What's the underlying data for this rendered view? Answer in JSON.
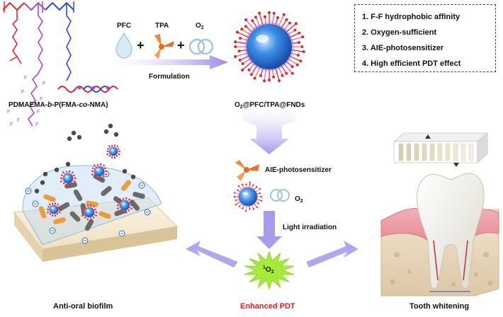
{
  "polymer": {
    "name_pre": "PDMAEMA-",
    "name_b": "b",
    "name_mid": "-P(FMA-",
    "name_co": "co",
    "name_post": "-NMA)"
  },
  "reagents": {
    "pfc": "PFC",
    "tpa": "TPA",
    "o2_base": "O",
    "o2_sub": "2",
    "plus1": "+",
    "plus2": "+"
  },
  "formulation_label": "Formulation",
  "nanoparticle": {
    "label_o": "O",
    "label_sub": "2",
    "label_rest": "@PFC/TPA@FNDs"
  },
  "features": [
    "1. F-F hydrophobic affinity",
    "2. Oxygen-sufficient",
    "3. AIE-photosensitizer",
    "4. High efficient PDT effect"
  ],
  "middle": {
    "aie_label": "AIE-photosensitizer",
    "o2_base": "O",
    "o2_sub": "2",
    "light_label": "Light irradiation",
    "singlet_sup": "1",
    "singlet_base": "O",
    "singlet_sub": "2"
  },
  "outcomes": {
    "left": "Anti-oral biofilm",
    "center": "Enhanced PDT",
    "right": "Tooth whitening"
  },
  "colors": {
    "arrow": "#a99bea",
    "pdt_red": "#e02020",
    "star_green": "#a6ea3a",
    "np_core": "#2f86e6",
    "polymer_red": "#e0282e",
    "polymer_purple": "#a64bd0",
    "polymer_blue": "#2a4bd8"
  }
}
